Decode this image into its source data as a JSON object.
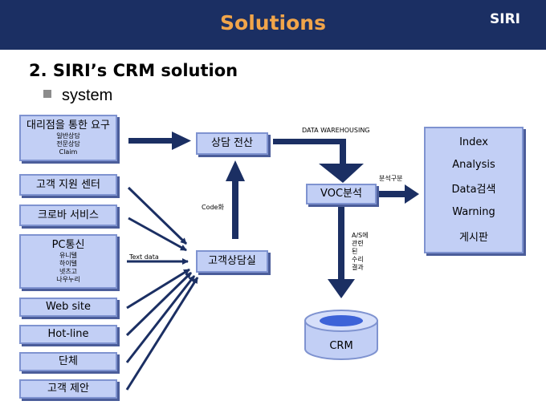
{
  "header": {
    "title": "Solutions",
    "brand": "SIRI"
  },
  "section_title": "2. SIRI’s CRM solution",
  "subtitle": "system",
  "sources": [
    {
      "main": "대리점을 통한 요구",
      "sub": [
        "일반상담",
        "전문상담",
        "Claim"
      ]
    },
    {
      "main": "고객 지원 센터",
      "sub": []
    },
    {
      "main": "크로바 서비스",
      "sub": []
    },
    {
      "main": "PC통신",
      "sub": [
        "유니텔",
        "하이텔",
        "넷츠고",
        "나우누리"
      ]
    },
    {
      "main": "Web site",
      "sub": []
    },
    {
      "main": "Hot-line",
      "sub": []
    },
    {
      "main": "단체",
      "sub": []
    },
    {
      "main": "고객 제안",
      "sub": []
    }
  ],
  "nodes": {
    "counsel_system": "상담 전산",
    "counsel_room": "고객상담실",
    "voc": "VOC분석",
    "crm": "CRM"
  },
  "output_items": [
    "Index",
    "Analysis",
    "Data검색",
    "Warning",
    "게시판"
  ],
  "labels": {
    "data_warehousing": "DATA WAREHOUSING",
    "classification": "분석구분",
    "code": "Code화",
    "text_data": "Text data",
    "as_related": [
      "A/S에",
      "관련",
      "된",
      "수리",
      "결과"
    ]
  }
}
